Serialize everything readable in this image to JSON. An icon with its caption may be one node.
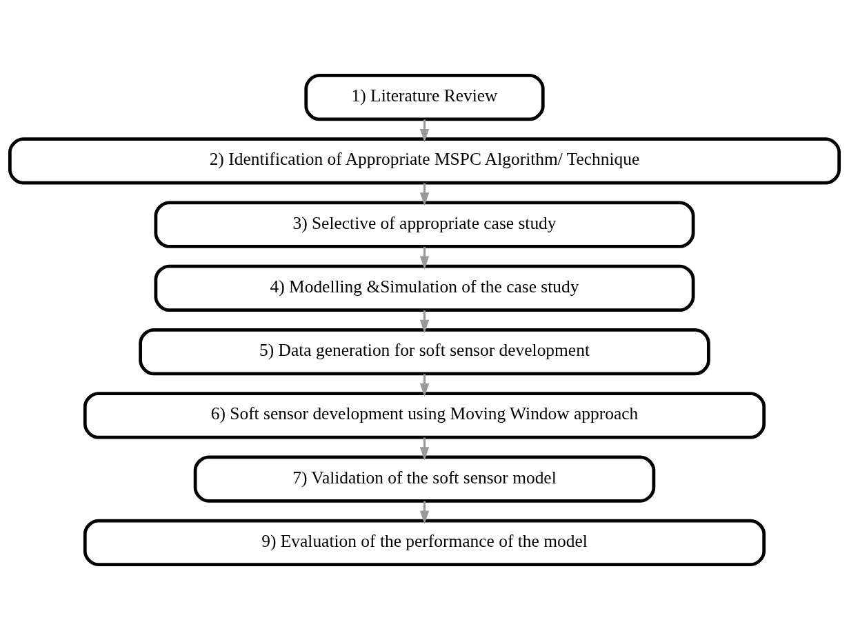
{
  "diagram": {
    "nodes": [
      {
        "text": [
          "1) Literature Review"
        ]
      },
      {
        "text": [
          "2) Identification of Appropriate MSPC Algorithm/ Technique"
        ]
      },
      {
        "text": [
          "3) Selective of appropriate case study"
        ]
      },
      {
        "text": [
          "4) Modelling &Simulation of the case study"
        ]
      },
      {
        "text": [
          "5) Data generation for soft sensor development"
        ]
      },
      {
        "text": [
          "6) Soft sensor development using Moving Window approach"
        ]
      },
      {
        "text": [
          "7) Validation of the soft sensor model"
        ]
      },
      {
        "text": [
          "9) Evaluation of the performance of the model"
        ]
      }
    ],
    "edges": [
      {
        "from": 0,
        "to": 1,
        "arrow": "to"
      },
      {
        "from": 1,
        "to": 2,
        "arrow": "to"
      },
      {
        "from": 2,
        "to": 3,
        "arrow": "to"
      },
      {
        "from": 3,
        "to": 4,
        "arrow": "to"
      },
      {
        "from": 4,
        "to": 5,
        "arrow": "to"
      },
      {
        "from": 5,
        "to": 6,
        "arrow": "to"
      },
      {
        "from": 6,
        "to": 7,
        "arrow": "to"
      }
    ]
  }
}
